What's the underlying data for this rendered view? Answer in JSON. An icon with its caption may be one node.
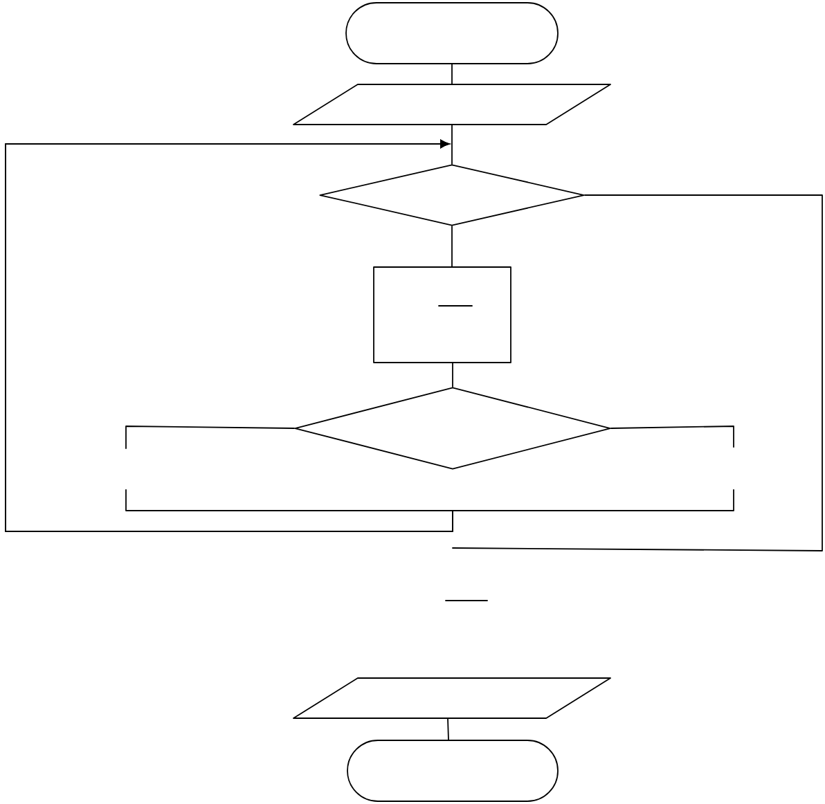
{
  "diagram": {
    "nodes": [
      {
        "text": [],
        "shape": "oval"
      },
      {
        "text": [],
        "shape": "parallelogram"
      },
      {
        "text": [],
        "shape": "diamond"
      },
      {
        "text": [],
        "shape": "box"
      },
      {
        "text": [],
        "shape": "diamond"
      },
      {
        "text": [],
        "shape": "parallelogram"
      },
      {
        "text": [],
        "shape": "oval"
      }
    ],
    "edges": [
      {
        "from": 0,
        "to": 1,
        "arrow": "none"
      },
      {
        "from": 1,
        "to": 2,
        "arrow": "none"
      },
      {
        "from": 2,
        "to": 3,
        "arrow": "none"
      },
      {
        "from": 3,
        "to": 4,
        "arrow": "none"
      },
      {
        "from": 4,
        "to": null,
        "arrow": "none"
      },
      {
        "from": null,
        "to": 2,
        "arrow": "to"
      },
      {
        "from": 4,
        "to": null,
        "arrow": "none"
      },
      {
        "from": null,
        "to": 2,
        "arrow": "to"
      },
      {
        "from": 2,
        "to": null,
        "arrow": "none"
      },
      {
        "from": 5,
        "to": 6,
        "arrow": "none"
      }
    ]
  }
}
